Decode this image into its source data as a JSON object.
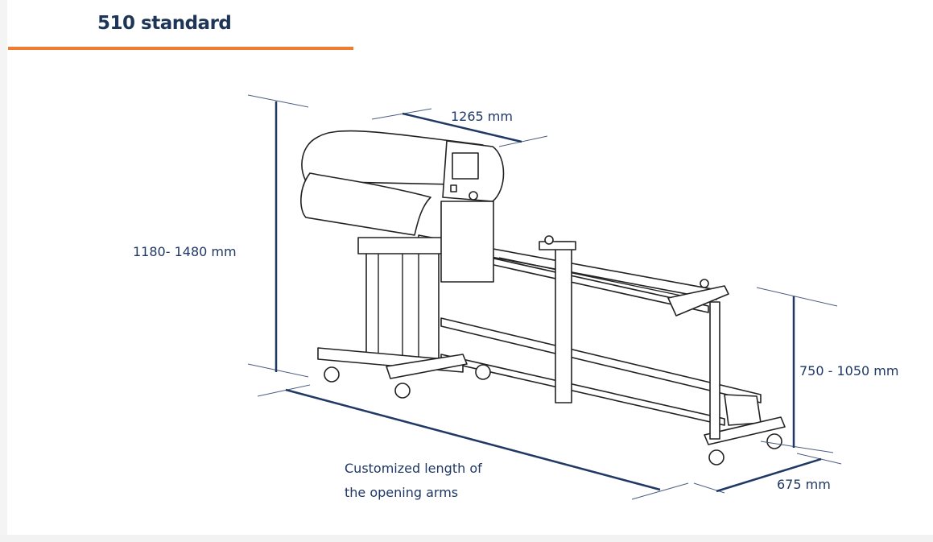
{
  "title": "510 standard",
  "accent_color": "#ef7d31",
  "dimension_color": "#1f3864",
  "dimensions": {
    "height": "1180- 1480 mm",
    "width": "1265 mm",
    "arm_height": "750 - 1050 mm",
    "depth": "675 mm",
    "length_line1": "Customized length of",
    "length_line2": "the opening arms"
  }
}
